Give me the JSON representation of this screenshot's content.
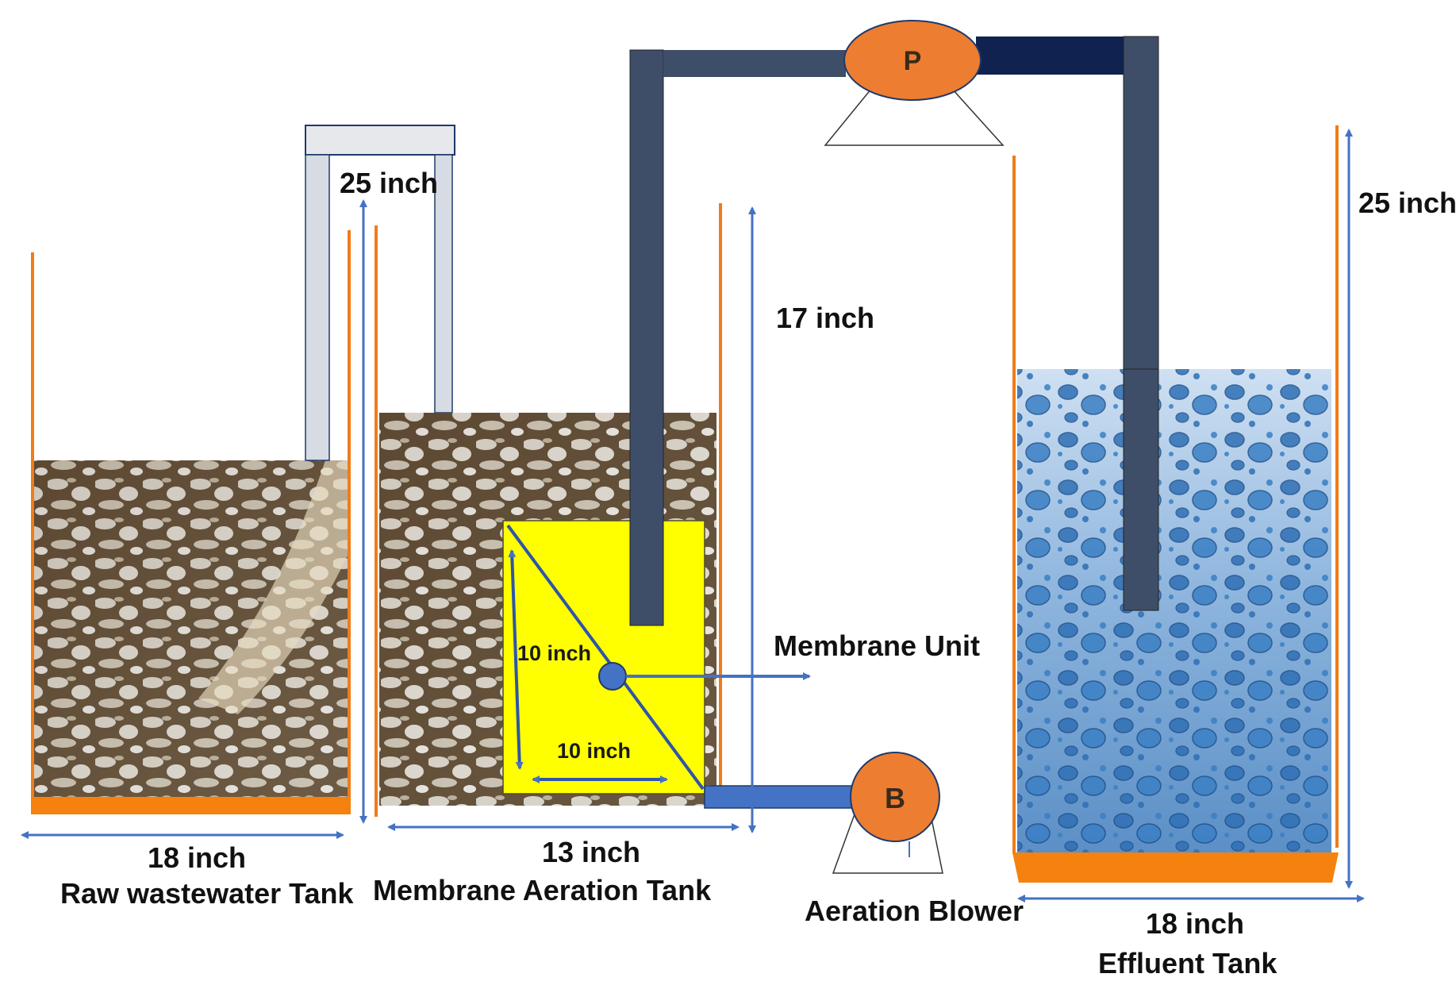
{
  "labels": {
    "raw_tank_width": "18 inch",
    "raw_tank_name": "Raw wastewater Tank",
    "raw_tank_height": "25 inch",
    "aeration_tank_width": "13 inch",
    "aeration_tank_name": "Membrane Aeration Tank",
    "aeration_tank_height": "17 inch",
    "membrane_height": "10 inch",
    "membrane_width": "10 inch",
    "membrane_unit": "Membrane Unit",
    "pump_letter": "P",
    "blower_letter": "B",
    "blower_name": "Aeration Blower",
    "effluent_tank_width": "18 inch",
    "effluent_tank_name": "Effluent Tank",
    "effluent_tank_height": "25 inch"
  },
  "colors": {
    "tank_wall": "#F07C1A",
    "tank_base": "#F5820F",
    "pipe": "#3E4E68",
    "pipe_dark": "#0F2250",
    "blower_pipe": "#4472C4",
    "dimension_arrow": "#4472C4",
    "pump_fill": "#ED7D31",
    "membrane_fill": "#FFFF00",
    "wastewater_brown": "#6B5538",
    "foam_white": "#F2F0EA",
    "clean_water_blue": "#2E6DB0"
  }
}
